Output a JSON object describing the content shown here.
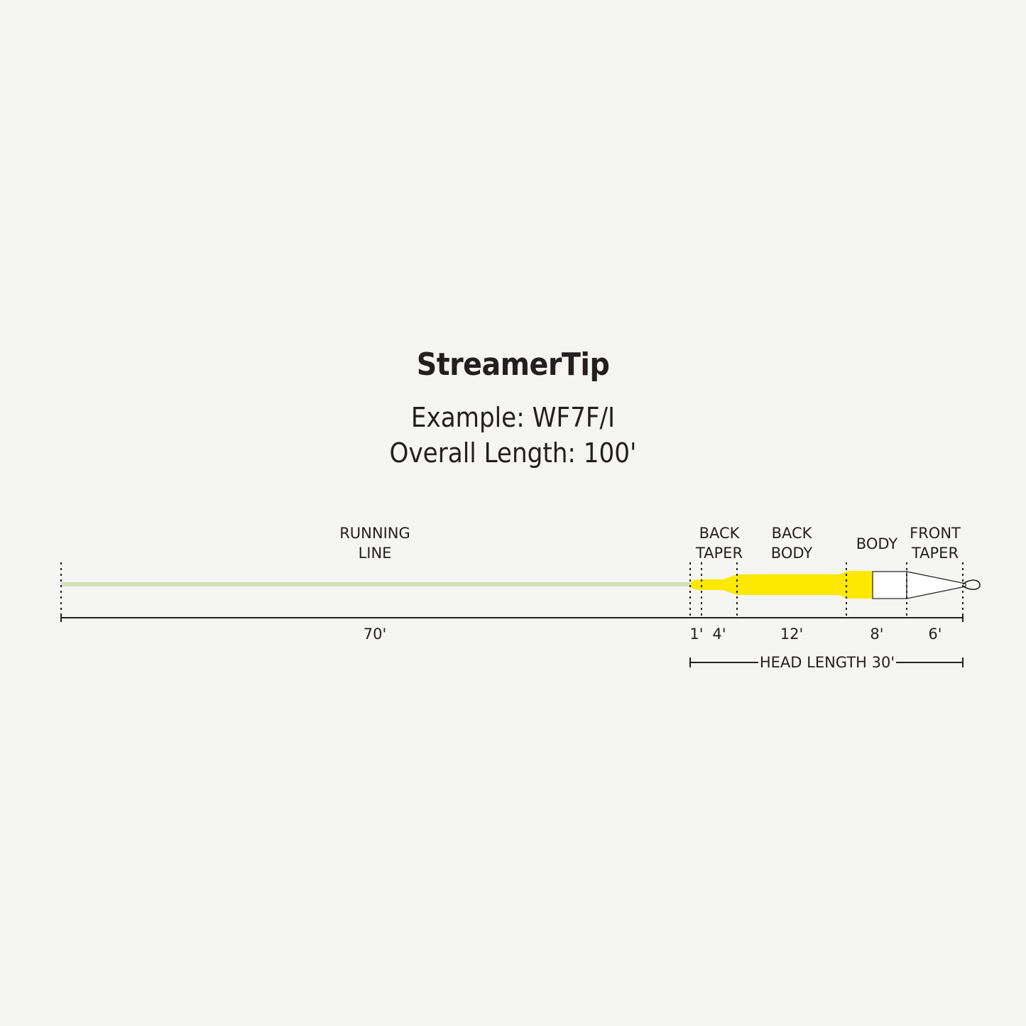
{
  "title": "StreamerTip",
  "subtitle_line1": "Example: WF7F/I",
  "subtitle_line2": "Overall Length: 100'",
  "sections": {
    "running_line": {
      "line1": "RUNNING",
      "line2": "LINE",
      "length": "70'"
    },
    "back_taper": {
      "line1": "BACK",
      "line2": "TAPER",
      "length": "4'"
    },
    "back_body": {
      "line1": "BACK",
      "line2": "BODY",
      "length": "12'"
    },
    "body": {
      "line1": "BODY",
      "length": "8'"
    },
    "front_taper": {
      "line1": "FRONT",
      "line2": "TAPER",
      "length": "6'"
    },
    "joint": {
      "length": "1'"
    }
  },
  "head_length": "HEAD LENGTH 30'",
  "colors": {
    "running_line": "#d4e0b6",
    "head": "#fde800",
    "tip": "#ffffff",
    "ink": "#231f20",
    "background": "#f5f5f3"
  }
}
